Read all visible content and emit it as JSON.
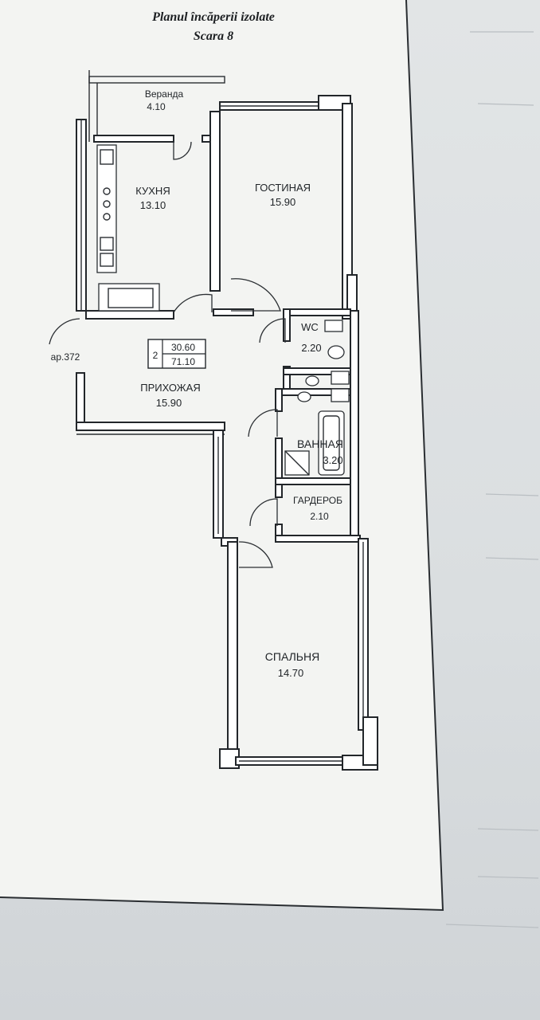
{
  "document": {
    "title": "Planul încăperii izolate",
    "subtitle": "Scara 8",
    "apartment_ref": "ap.372"
  },
  "summary_box": {
    "rooms_count": "2",
    "living_area": "30.60",
    "total_area": "71.10"
  },
  "rooms": [
    {
      "key": "veranda",
      "name": "Веранда",
      "area": "4.10"
    },
    {
      "key": "kitchen",
      "name": "КУХНЯ",
      "area": "13.10"
    },
    {
      "key": "living",
      "name": "ГОСТИНАЯ",
      "area": "15.90"
    },
    {
      "key": "wc",
      "name": "WC",
      "area": "2.20"
    },
    {
      "key": "hallway",
      "name": "ПРИХОЖАЯ",
      "area": "15.90"
    },
    {
      "key": "bathroom",
      "name": "ВАННАЯ",
      "area": "3.20"
    },
    {
      "key": "wardrobe",
      "name": "ГАРДЕРОБ",
      "area": "2.10"
    },
    {
      "key": "bedroom",
      "name": "СПАЛЬНЯ",
      "area": "14.70"
    }
  ],
  "colors": {
    "paper": "#f3f4f2",
    "ink": "#22262a",
    "background": "#d6dadd"
  }
}
